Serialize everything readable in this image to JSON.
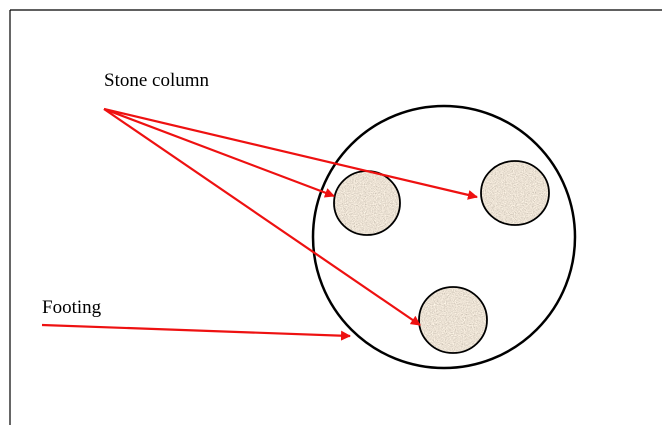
{
  "labels": {
    "stone_column": "Stone column",
    "footing": "Footing"
  },
  "colors": {
    "arrow": "#ee1111",
    "outline": "#000000",
    "stone_fill": "#a69b8e",
    "background": "#ffffff"
  },
  "diagram": {
    "stone_column_count": 3,
    "footing_shape": "circle"
  }
}
